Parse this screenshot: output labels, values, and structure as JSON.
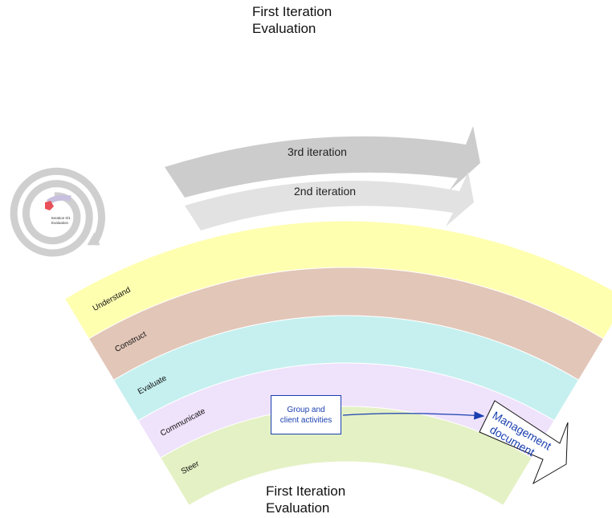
{
  "title_top": [
    "First Iteration",
    "Evaluation"
  ],
  "title_bottom": [
    "First Iteration",
    "Evaluation"
  ],
  "spiral": {
    "label": [
      "Iteration 0/1",
      "Evaluation"
    ],
    "color": "#cfcfcf",
    "marker_color": "#e8505a",
    "inner_arrow_color": "#c8c0de"
  },
  "iteration_arrows": [
    {
      "label": "3rd iteration",
      "color": "#cccccc"
    },
    {
      "label": "2nd iteration",
      "color": "#e2e2e2"
    }
  ],
  "bands": [
    {
      "label": "Understand",
      "color": "#ffffb0"
    },
    {
      "label": "Construct",
      "color": "#e2c6b8"
    },
    {
      "label": "Evaluate",
      "color": "#c6f0f0"
    },
    {
      "label": "Communicate",
      "color": "#efe2fb"
    },
    {
      "label": "Steer",
      "color": "#e4f1c4"
    }
  ],
  "group_box": {
    "lines": [
      "Group and",
      "client activities"
    ],
    "color": "#1a3fb0"
  },
  "management_doc": {
    "lines": [
      "Management",
      "document"
    ],
    "color": "#1a3fb0"
  }
}
